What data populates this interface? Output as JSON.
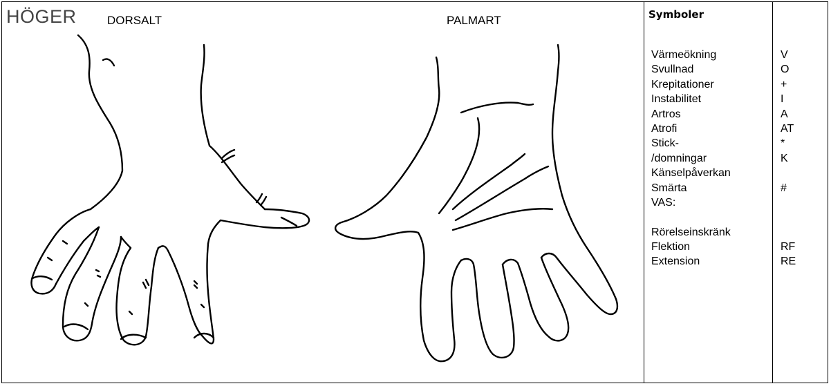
{
  "form": {
    "side": "HÖGER",
    "dorsal_view": "DORSALT",
    "palmar_view": "PALMART"
  },
  "symbols": {
    "title": "Symboler",
    "names": [
      "Värmeökning",
      "Svullnad",
      "Krepitationer",
      "Instabilitet",
      "Artros",
      "Atrofi",
      "Stick-",
      "/domningar",
      "Känselpåverkan",
      "Smärta",
      "VAS:",
      "",
      "Rörelseinskränk",
      "Flektion",
      "Extension"
    ],
    "codes": [
      "V",
      "O",
      "+",
      "I",
      "A",
      "AT",
      "*",
      "K",
      "",
      "#",
      "",
      "",
      "",
      "RF",
      "RE"
    ]
  },
  "icons": {
    "dorsal_hand": "dorsal-hand-outline",
    "palmar_hand": "palmar-hand-outline"
  }
}
